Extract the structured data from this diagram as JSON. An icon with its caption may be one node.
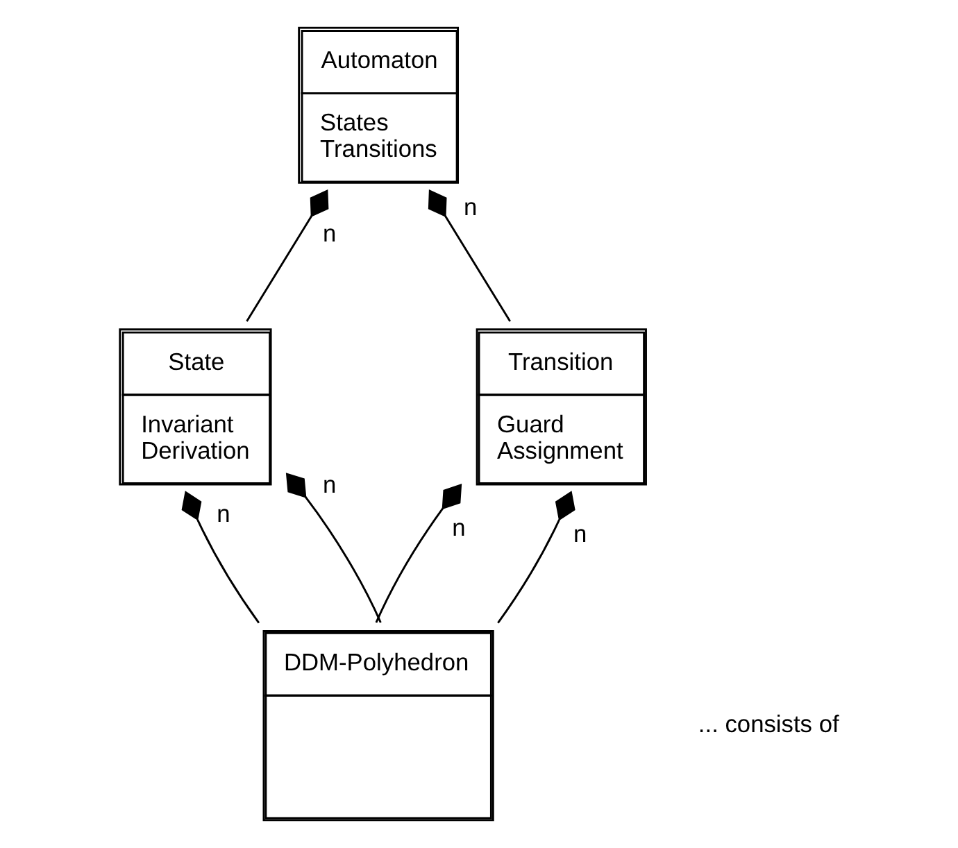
{
  "diagram": {
    "nodes": [
      {
        "text": [
          "Automaton",
          "States",
          "Transitions"
        ]
      },
      {
        "text": [
          "State",
          "Invariant",
          "Derivation"
        ]
      },
      {
        "text": [
          "Transition",
          "Guard",
          "Assignment"
        ]
      },
      {
        "text": [
          "DDM-Polyhedron"
        ]
      }
    ],
    "edges": [
      {
        "from": 0,
        "to": 1,
        "arrow": "other",
        "label": "n"
      },
      {
        "from": 0,
        "to": 2,
        "arrow": "other",
        "label": "n"
      },
      {
        "from": 1,
        "to": 3,
        "arrow": "other",
        "label": "n"
      },
      {
        "from": 2,
        "to": 3,
        "arrow": "other",
        "label": "n"
      },
      {
        "from": 1,
        "to": 3,
        "arrow": "other",
        "label": "n"
      },
      {
        "from": 2,
        "to": 3,
        "arrow": "other",
        "label": "n"
      }
    ],
    "legend": [
      {
        "text": "... consists of"
      }
    ]
  }
}
